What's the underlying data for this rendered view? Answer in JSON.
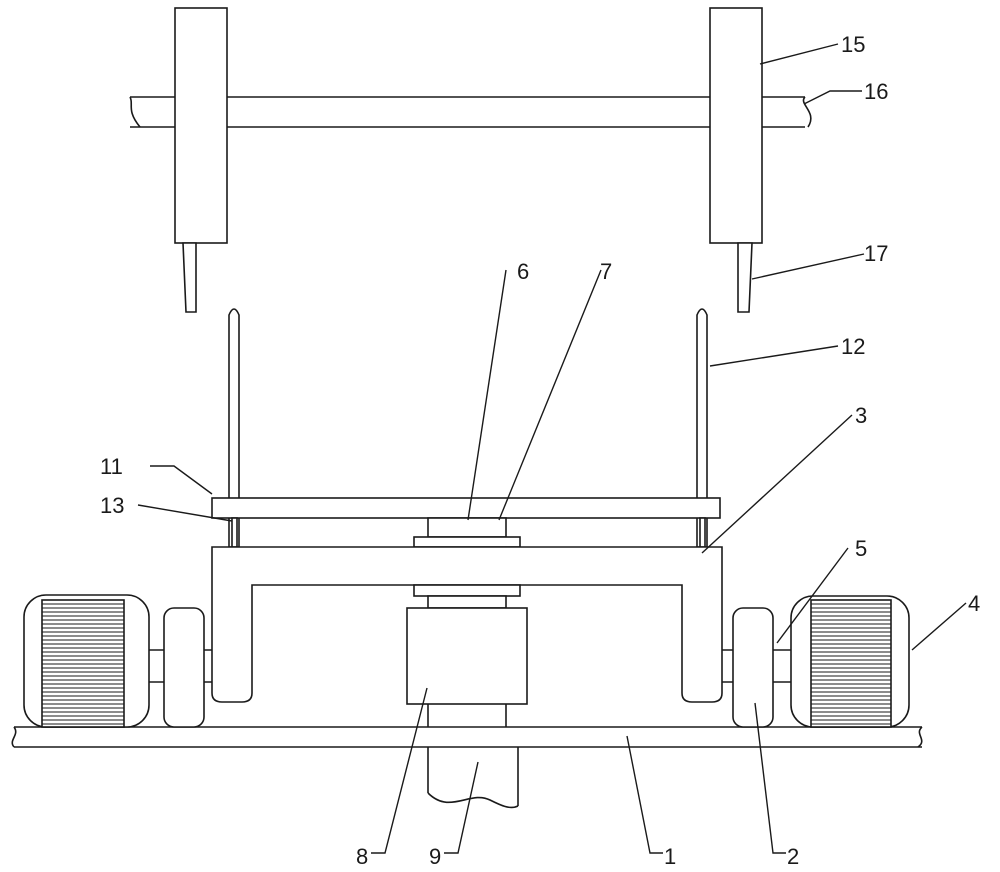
{
  "labels": {
    "l1": "1",
    "l2": "2",
    "l3": "3",
    "l4": "4",
    "l5": "5",
    "l6": "6",
    "l7": "7",
    "l8": "8",
    "l9": "9",
    "l11": "11",
    "l12": "12",
    "l13": "13",
    "l15": "15",
    "l16": "16",
    "l17": "17"
  }
}
